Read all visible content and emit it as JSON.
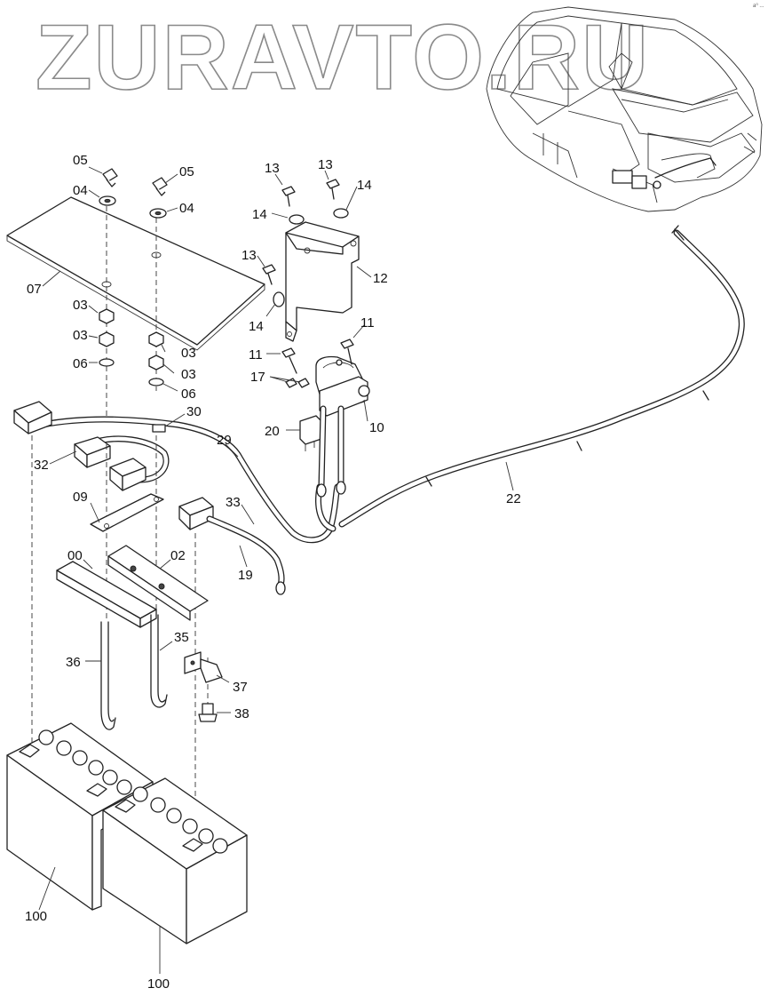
{
  "watermark": "ZURAVTO.RU",
  "corner_mark": "a⁰ ...",
  "labels": {
    "l05a": "05",
    "l05b": "05",
    "l04a": "04",
    "l04b": "04",
    "l07": "07",
    "l03a": "03",
    "l03b": "03",
    "l03c": "03",
    "l03d": "03",
    "l06a": "06",
    "l06b": "06",
    "l13a": "13",
    "l13b": "13",
    "l13c": "13",
    "l14a": "14",
    "l14b": "14",
    "l14c": "14",
    "l12": "12",
    "l11a": "11",
    "l11b": "11",
    "l17": "17",
    "l20": "20",
    "l10": "10",
    "l30": "30",
    "l29": "29",
    "l32": "32",
    "l22": "22",
    "l09": "09",
    "l33": "33",
    "l19": "19",
    "l00": "00",
    "l02": "02",
    "l35": "35",
    "l36": "36",
    "l37": "37",
    "l38": "38",
    "l100a": "100",
    "l100b": "100"
  }
}
